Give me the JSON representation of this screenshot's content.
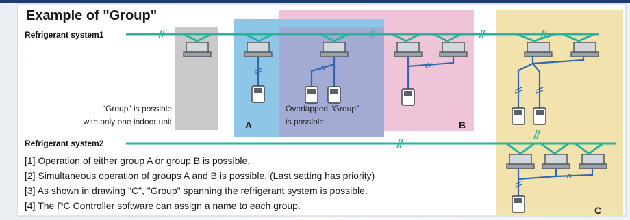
{
  "title": "Example of \"Group\"",
  "systems": {
    "system1": "Refrigerant system1",
    "system2": "Refrigerant system2"
  },
  "captions": {
    "one_unit_line1": "\"Group\" is possible",
    "one_unit_line2": "with only one indoor unit",
    "overlap_line1": "Overlapped \"Group\"",
    "overlap_line2": "is possible"
  },
  "groups": {
    "a": "A",
    "b": "B",
    "c": "C"
  },
  "notes": [
    "[1] Operation of either group A or group B is possible.",
    "[2] Simultaneous operation of groups A and B is possible. (Last setting has priority)",
    "[3] As shown in drawing \"C\", \"Group\" spanning the refrigerant system is possible.",
    "[4] The PC Controller software can assign a name to each group."
  ],
  "colors": {
    "pipe": "#2ab39b",
    "wire": "#2f68b0",
    "group_gray": "#c9c9c9",
    "group_a": "#8ec6e8",
    "group_b": "#f0c4d8",
    "group_c": "#f2e2ae",
    "overlap": "#a7a4d0",
    "top_rule": "#1a3f6e",
    "frame_bg": "#f4f7fa"
  }
}
